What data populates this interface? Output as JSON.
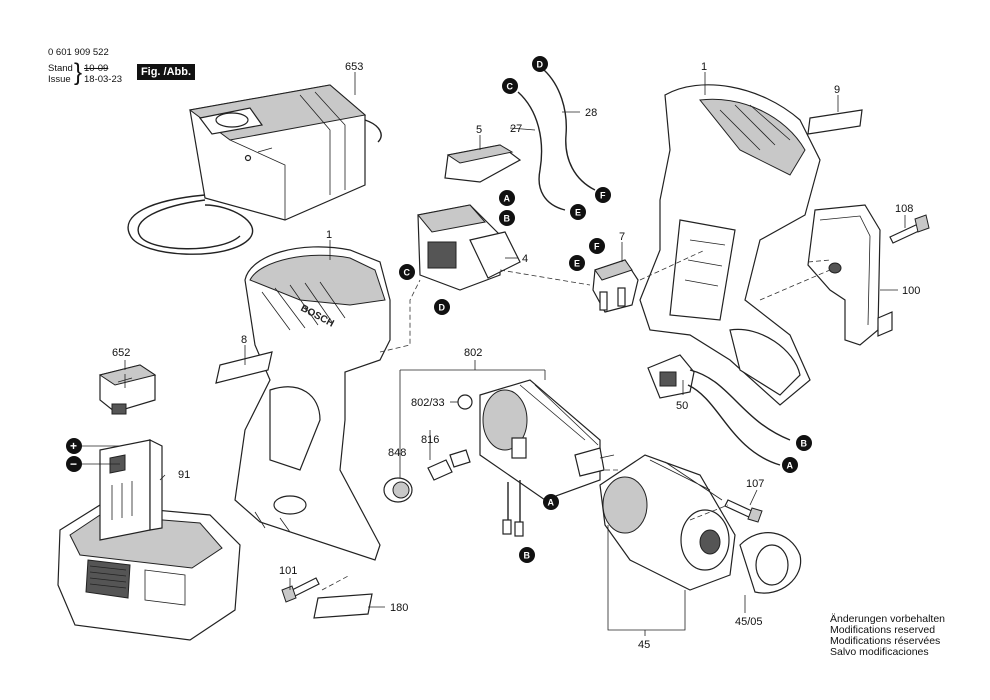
{
  "header": {
    "doc_number": "0 601 909 522",
    "stand_label": "Stand",
    "stand_value": "10-09",
    "issue_label": "Issue",
    "issue_value": "18-03-23",
    "figure_label": "Fig. /Abb. 1"
  },
  "notice": [
    "Änderungen vorbehalten",
    "Modifications reserved",
    "Modifications réservées",
    "Salvo modificaciones"
  ],
  "parts": {
    "p653": "653",
    "p1a": "1",
    "p1b": "1",
    "p9": "9",
    "p5": "5",
    "p27": "27",
    "p28": "28",
    "p4": "4",
    "p7": "7",
    "p108": "108",
    "p100": "100",
    "p8": "8",
    "p652": "652",
    "p802": "802",
    "p802_33": "802/33",
    "p816": "816",
    "p848": "848",
    "p91": "91",
    "p50": "50",
    "p107": "107",
    "p101": "101",
    "p180": "180",
    "p45_05": "45/05",
    "p45": "45"
  },
  "markers": {
    "A": "A",
    "B": "B",
    "C": "C",
    "D": "D",
    "E": "E",
    "F": "F"
  },
  "polarity": {
    "plus": "+",
    "minus": "−"
  },
  "brand": "BOSCH"
}
